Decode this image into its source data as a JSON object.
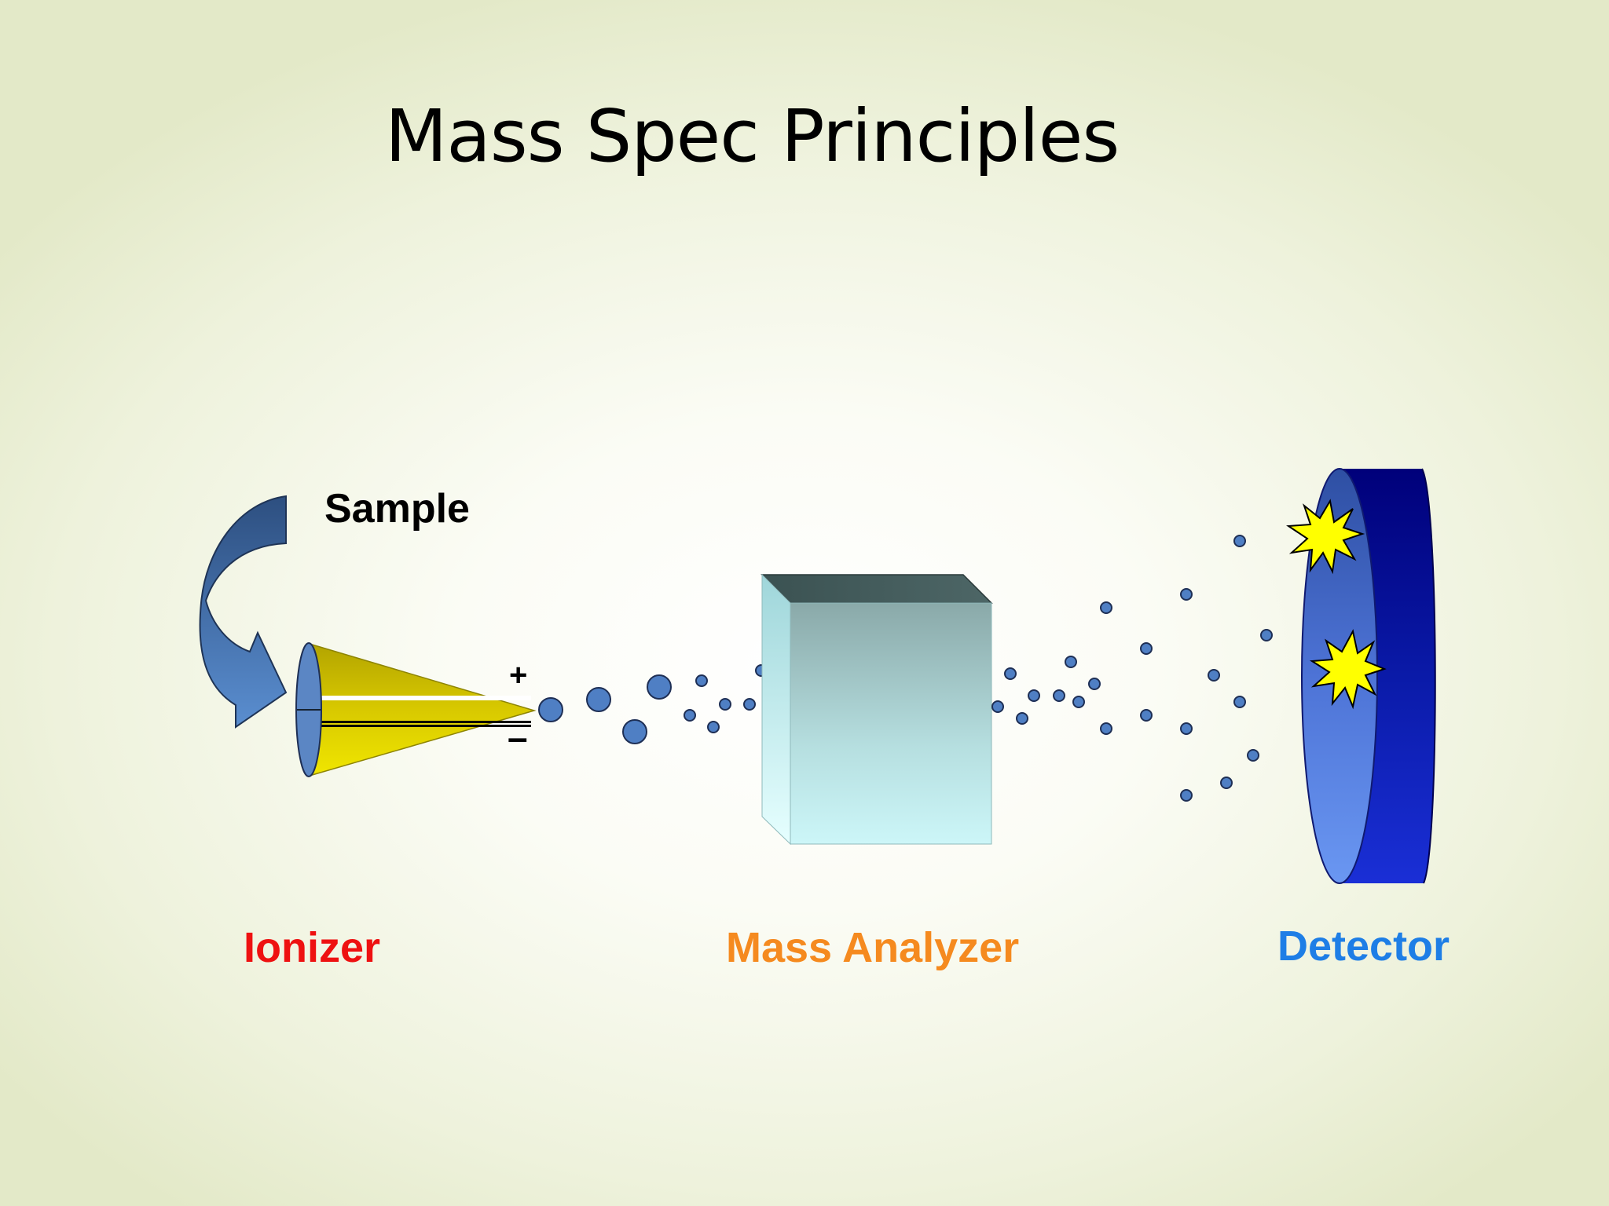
{
  "slide": {
    "title": "Mass Spec Principles",
    "sample_label": "Sample",
    "plus_sign": "+",
    "minus_sign": "–"
  },
  "stages": [
    {
      "label": "Ionizer",
      "color": "#ee1111"
    },
    {
      "label": "Mass Analyzer",
      "color": "#f58a1f"
    },
    {
      "label": "Detector",
      "color": "#1e7ee6"
    }
  ],
  "colors": {
    "ion": "#4f7fc4",
    "ion_outline": "#1e2f55",
    "cone": "#d9d000",
    "analyzer_face": "#bfeef2",
    "detector": "#1018c0",
    "strike": "#ffff00"
  },
  "icons": [
    "curved-arrow-icon",
    "starburst-icon"
  ]
}
